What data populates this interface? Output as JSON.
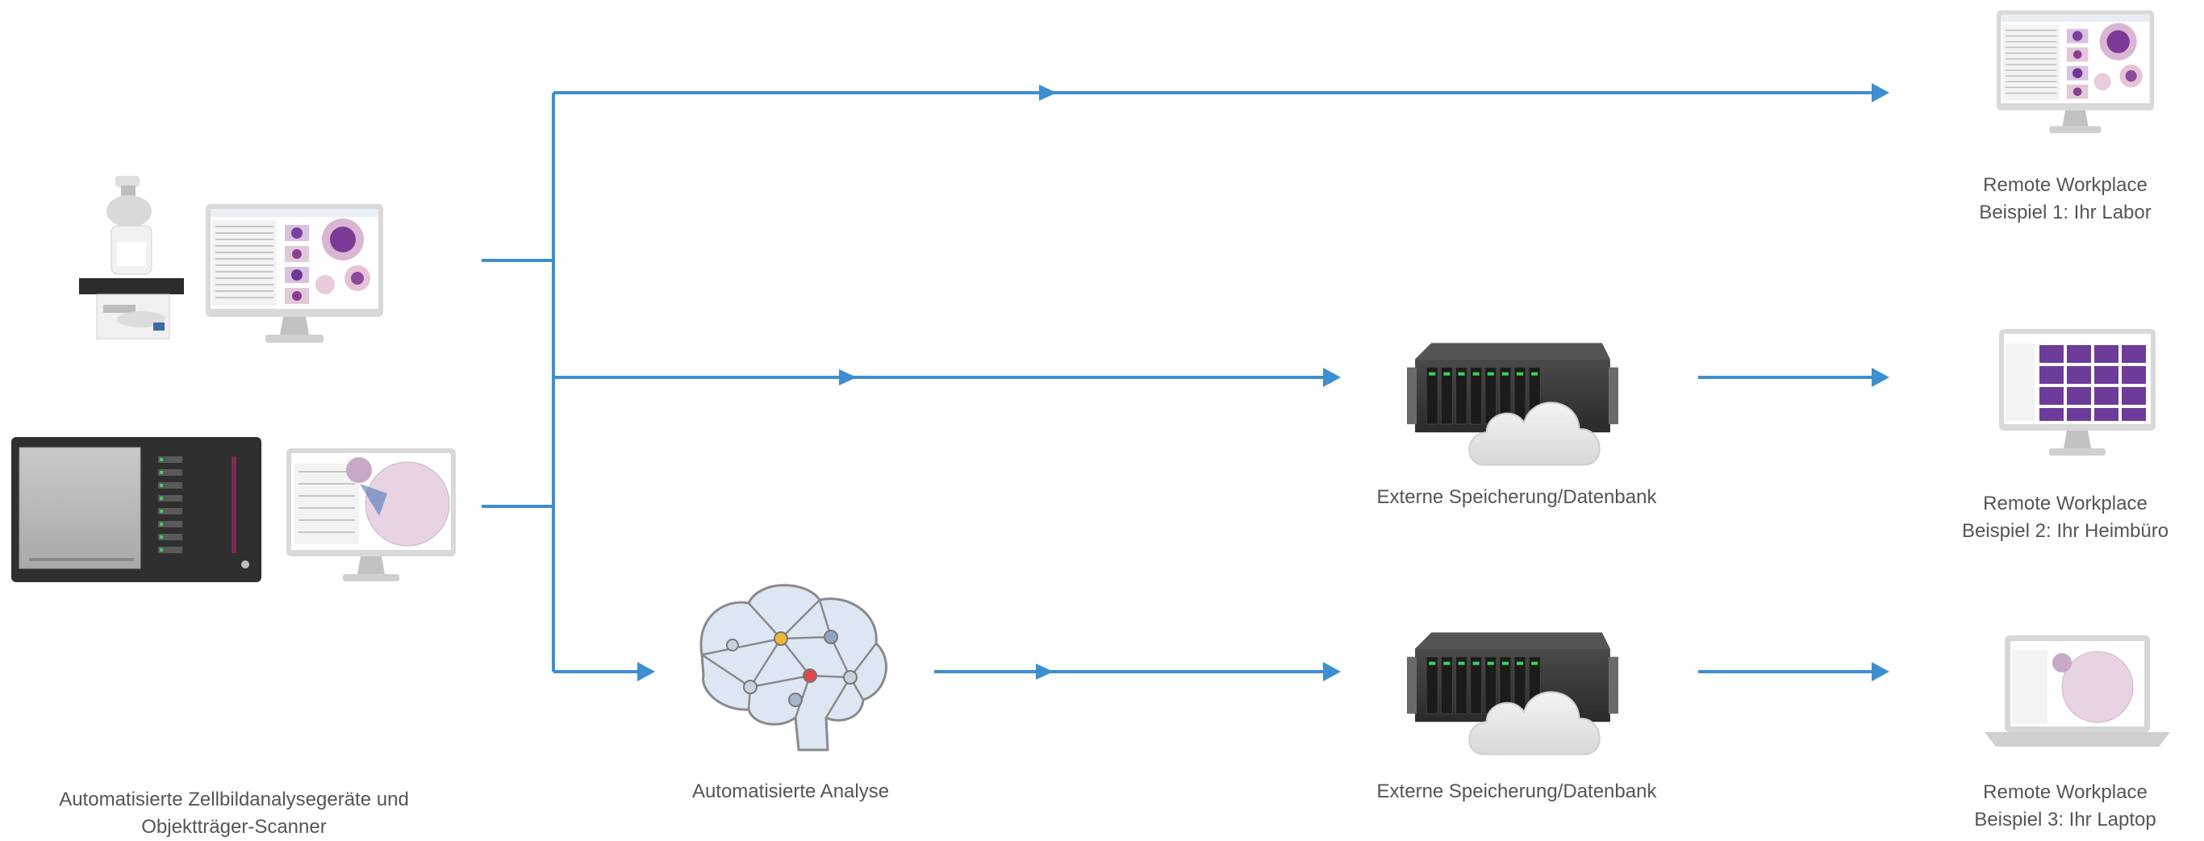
{
  "labels": {
    "source": [
      "Automatisierte Zellbildanalysegeräte und",
      "Objektträger-Scanner"
    ],
    "analysis": "Automatisierte Analyse",
    "storage_1": "Externe Speicherung/Datenbank",
    "storage_2": "Externe Speicherung/Datenbank",
    "remote_1": [
      "Remote Workplace",
      "Beispiel 1: Ihr Labor"
    ],
    "remote_2": [
      "Remote Workplace",
      "Beispiel 2: Ihr Heimbüro"
    ],
    "remote_3": [
      "Remote Workplace",
      "Beispiel 3: Ihr Laptop"
    ]
  },
  "colors": {
    "flow_line": "#3d8fd1",
    "device_dark": "#2b2b2b",
    "led_green": "#3fcf5a",
    "cloud": "#e6e6e6",
    "label_text": "#555555"
  },
  "icons": {
    "microscope": "microscope-icon",
    "scanner": "slide-scanner-icon",
    "monitor": "monitor-icon",
    "server": "server-rack-icon",
    "cloud": "cloud-icon",
    "brain": "ai-brain-network-icon",
    "laptop": "laptop-icon"
  }
}
